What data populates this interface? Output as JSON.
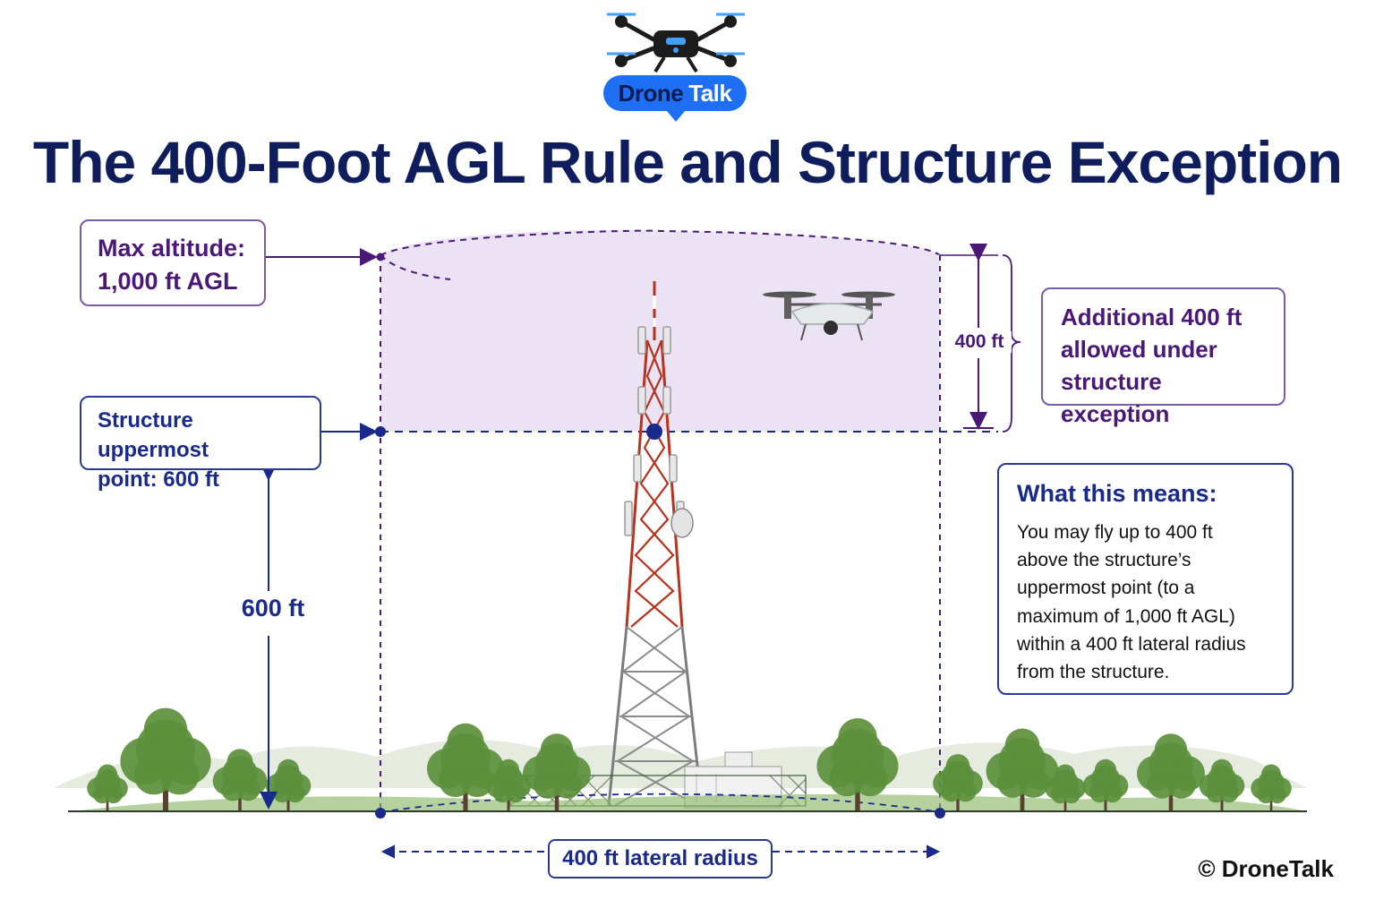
{
  "logo": {
    "brand_part1": "Drone",
    "brand_part2": "Talk"
  },
  "title": "The 400-Foot AGL Rule and Structure Exception",
  "callouts": {
    "max_altitude": {
      "line1": "Max altitude:",
      "line2": "1,000 ft AGL"
    },
    "structure": {
      "line1": "Structure uppermost",
      "line2": "point: 600 ft"
    },
    "additional": {
      "line1": "Additional 400 ft",
      "line2": "allowed under",
      "line3": "structure exception"
    },
    "means": {
      "heading": "What this means:",
      "lines": [
        "You may fly up to 400 ft",
        "above the structure’s",
        "uppermost point (to a",
        "maximum of 1,000 ft AGL)",
        "within a 400 ft lateral radius",
        "from the structure."
      ]
    }
  },
  "dimensions": {
    "height_label": "600 ft",
    "extra_label": "400 ft",
    "radius_label": "400 ft lateral radius"
  },
  "copyright": "© DroneTalk",
  "colors": {
    "navy": "#1a2a8a",
    "purple": "#4a1877",
    "zone_fill": "#ebe3f3",
    "tower_red": "#b8321e",
    "tower_grey": "#8a8a8a",
    "tree_green": "#5c8f3c",
    "logo_blue": "#1f6ff5"
  }
}
